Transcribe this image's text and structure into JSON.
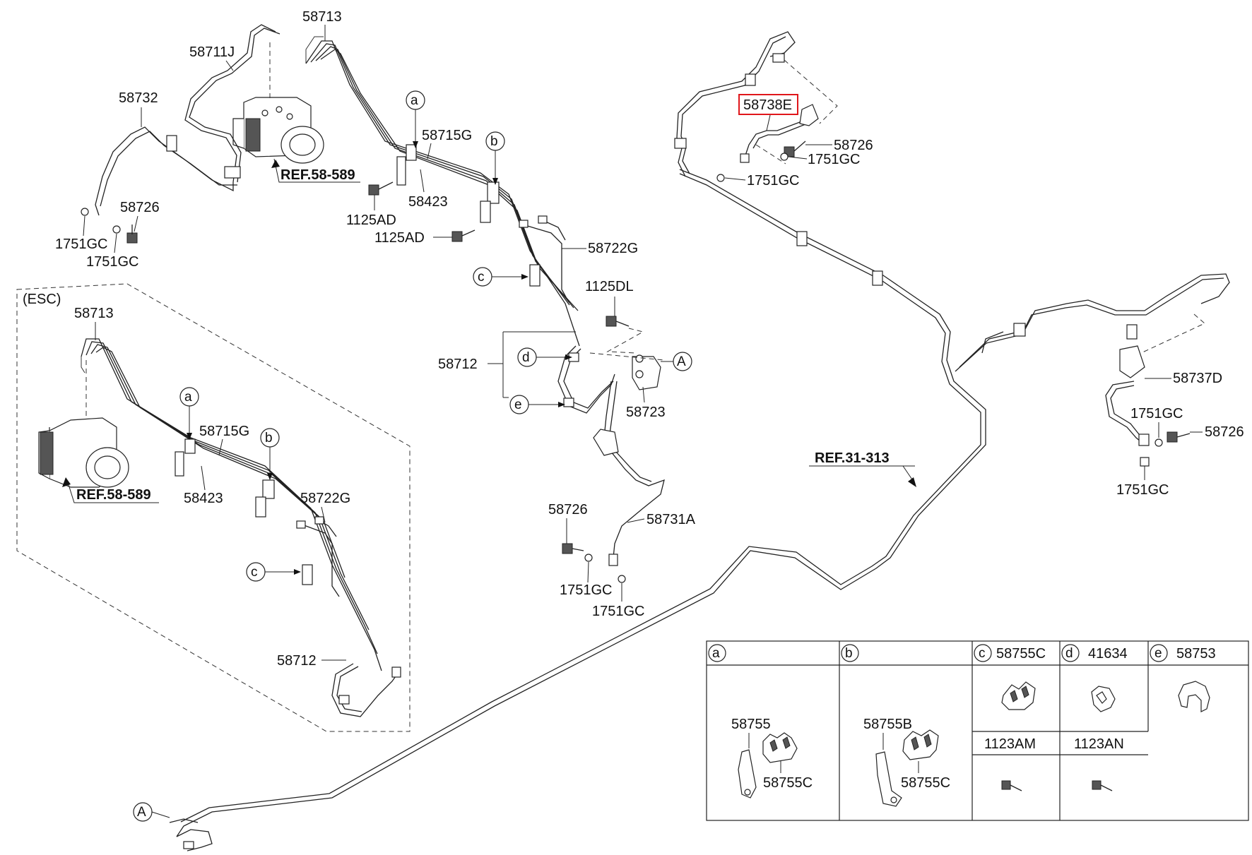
{
  "labels": {
    "p58713": "58713",
    "p58711j": "58711J",
    "p58732": "58732",
    "ref_58_589": "REF.58-589",
    "p58715g": "58715G",
    "p58423": "58423",
    "p1125ad_1": "1125AD",
    "p1125ad_2": "1125AD",
    "p58722g": "58722G",
    "p1125dl": "1125DL",
    "p58712": "58712",
    "p58723": "58723",
    "p58726_left": "58726",
    "p1751gc_l1": "1751GC",
    "p1751gc_l2": "1751GC",
    "p58726_mid": "58726",
    "p58731a": "58731A",
    "p1751gc_m1": "1751GC",
    "p1751gc_m2": "1751GC",
    "p58738e": "58738E",
    "p58726_top": "58726",
    "p1751gc_t1": "1751GC",
    "p1751gc_t2": "1751GC",
    "ref_31_313": "REF.31-313",
    "p58737d": "58737D",
    "p1751gc_r1": "1751GC",
    "p58726_right": "58726",
    "p1751gc_r2": "1751GC",
    "esc": "(ESC)",
    "esc_58713": "58713",
    "esc_58715g": "58715G",
    "esc_58423": "58423",
    "esc_ref": "REF.58-589",
    "esc_58722g": "58722G",
    "esc_58712": "58712"
  },
  "callouts": {
    "a": "a",
    "b": "b",
    "c": "c",
    "d": "d",
    "e": "e",
    "A": "A"
  },
  "table": {
    "a_letter": "a",
    "b_letter": "b",
    "c_letter": "c",
    "c_part": "58755C",
    "d_letter": "d",
    "d_part": "41634",
    "e_letter": "e",
    "e_part": "58753",
    "a_58755": "58755",
    "a_58755c": "58755C",
    "b_58755b": "58755B",
    "b_58755c": "58755C",
    "p1123am": "1123AM",
    "p1123an": "1123AN"
  },
  "colors": {
    "line": "#222222",
    "highlight": "#e0161b"
  }
}
